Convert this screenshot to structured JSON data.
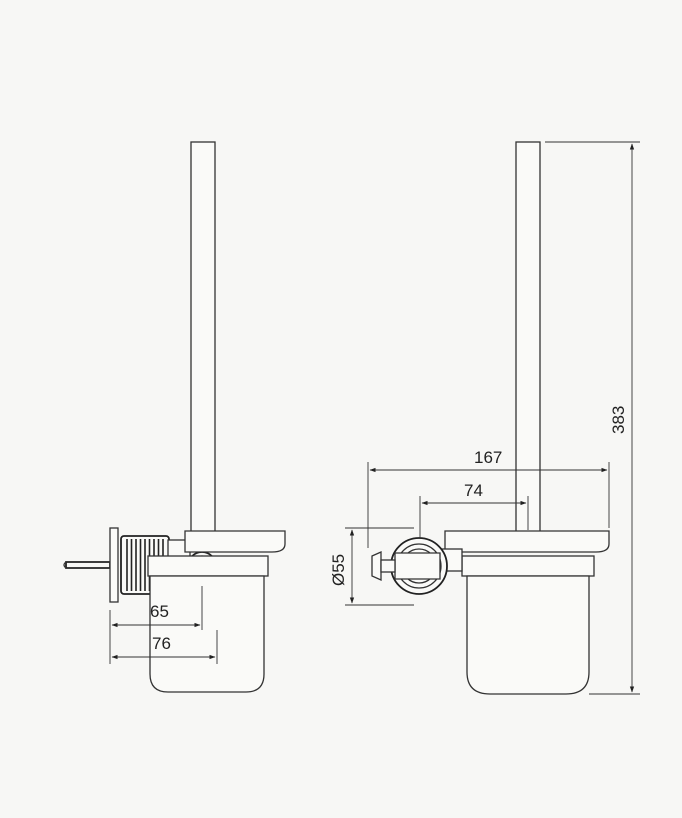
{
  "dimensions": {
    "depth_mount": "65",
    "depth_total": "76",
    "width_total": "167",
    "bracket_offset": "74",
    "plate_diameter": "Ø55",
    "height_total": "383"
  },
  "colors": {
    "background": "#f7f7f5",
    "line": "#333333"
  }
}
